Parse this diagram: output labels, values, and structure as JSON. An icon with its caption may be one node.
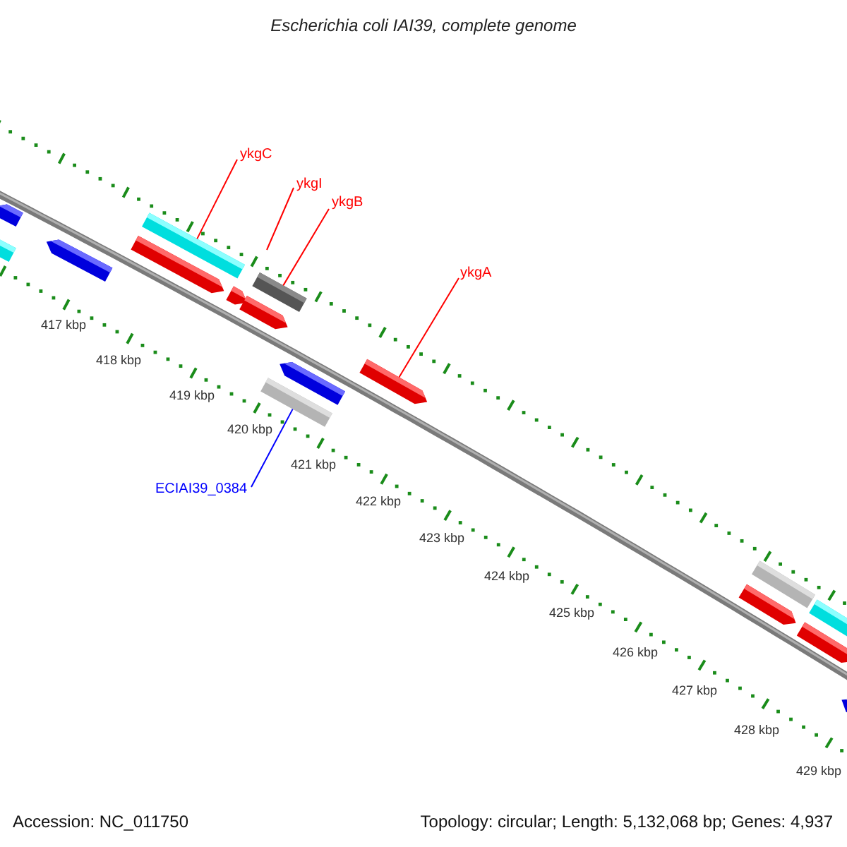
{
  "diagram": {
    "title": "Escherichia coli IAI39, complete genome",
    "nodes": [
      {
        "text": [
          "ykgC"
        ]
      },
      {
        "text": [
          "ykgI"
        ]
      },
      {
        "text": [
          "ykgB"
        ]
      },
      {
        "text": [
          "ykgA"
        ]
      },
      {
        "text": [
          "ECIAI39_0384"
        ]
      },
      {
        "text": [],
        "shape": "bar"
      },
      {
        "text": [],
        "shape": "arrow"
      },
      {
        "text": [],
        "shape": "arrow"
      },
      {
        "text": [],
        "shape": "arrow"
      },
      {
        "text": [],
        "shape": "bar"
      },
      {
        "text": [],
        "shape": "arrow"
      },
      {
        "text": [],
        "shape": "arrow"
      },
      {
        "text": [],
        "shape": "bar"
      },
      {
        "text": [],
        "shape": "bar"
      },
      {
        "text": [],
        "shape": "arrow"
      },
      {
        "text": [],
        "shape": "arrow"
      },
      {
        "text": [],
        "shape": "arrow"
      },
      {
        "text": [],
        "shape": "bar"
      },
      {
        "text": [],
        "shape": "arrow"
      },
      {
        "text": [],
        "shape": "bar"
      },
      {
        "text": [],
        "shape": "arrow"
      }
    ],
    "edges": [
      {
        "from": 0,
        "to": 9,
        "arrow": "none"
      },
      {
        "from": 1,
        "to": null,
        "arrow": "none"
      },
      {
        "from": 2,
        "to": 12,
        "arrow": "none"
      },
      {
        "from": 3,
        "to": 15,
        "arrow": "none"
      },
      {
        "from": 4,
        "to": 13,
        "arrow": "none",
        "color": "#0000ff"
      }
    ],
    "labels": [
      "417 kbp",
      "418 kbp",
      "419 kbp",
      "420 kbp",
      "421 kbp",
      "422 kbp",
      "423 kbp",
      "424 kbp",
      "425 kbp",
      "426 kbp",
      "427 kbp",
      "428 kbp",
      "429 kbp",
      "Accession: NC_011750",
      "Topology: circular; Length: 5,132,068 bp; Genes: 4,937"
    ]
  }
}
